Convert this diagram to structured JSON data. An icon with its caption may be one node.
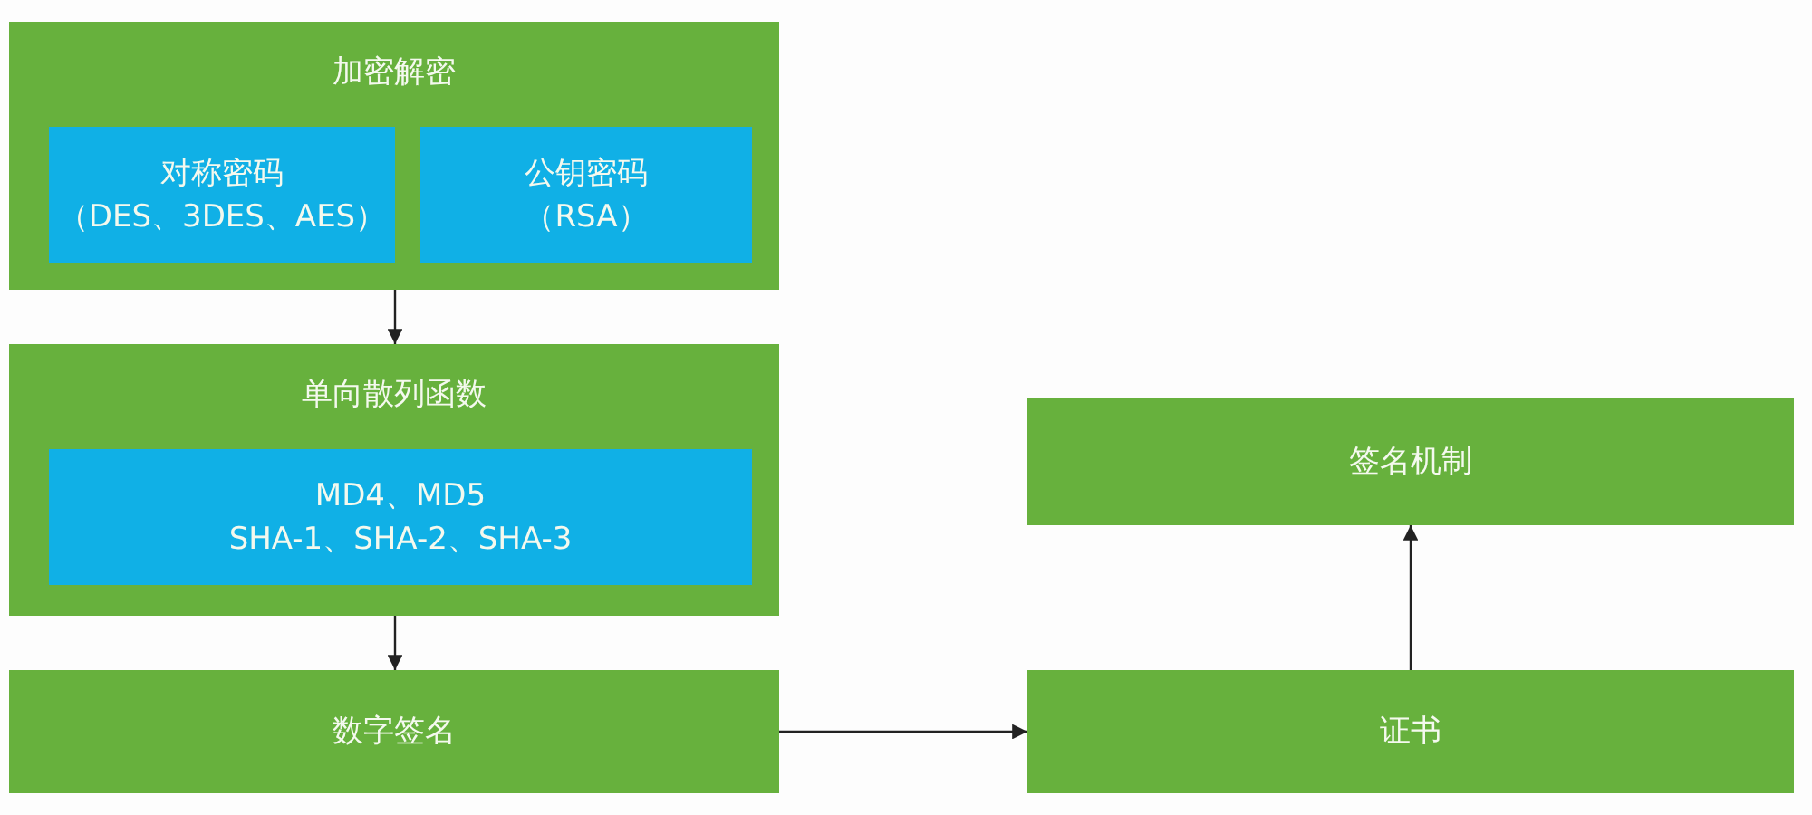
{
  "diagram": {
    "nodes": [
      {
        "text": [
          "加密解密"
        ]
      },
      {
        "text": [
          "对称密码",
          "（DES、3DES、AES）"
        ],
        "in": 0
      },
      {
        "text": [
          "公钥密码",
          "（RSA）"
        ],
        "in": 0
      },
      {
        "text": [
          "单向散列函数"
        ]
      },
      {
        "text": [
          "MD4、MD5",
          "SHA-1、SHA-2、SHA-3"
        ],
        "in": 3
      },
      {
        "text": [
          "数字签名"
        ]
      },
      {
        "text": [
          "签名机制"
        ]
      },
      {
        "text": [
          "证书"
        ]
      }
    ],
    "edges": [
      {
        "from": 0,
        "to": 3,
        "arrow": "to"
      },
      {
        "from": 3,
        "to": 5,
        "arrow": "to"
      },
      {
        "from": 5,
        "to": 7,
        "arrow": "to"
      },
      {
        "from": 7,
        "to": 6,
        "arrow": "to"
      }
    ]
  }
}
